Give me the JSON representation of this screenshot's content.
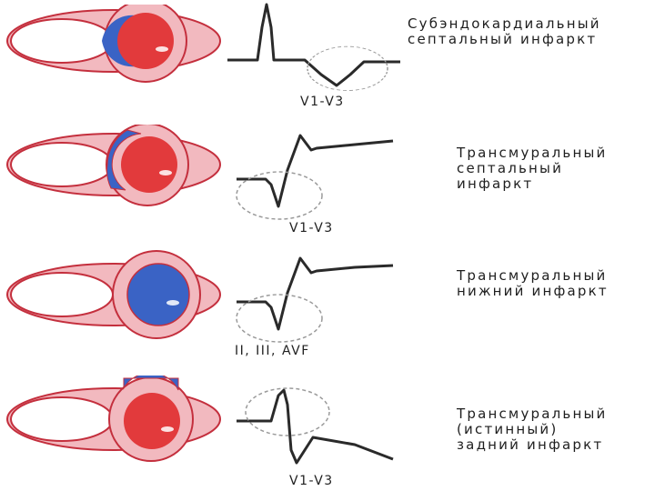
{
  "colors": {
    "pericardium": "#f2b9bf",
    "outline": "#c42f3d",
    "lv_muscle": "#e23a3c",
    "infarct": "#3a63c5",
    "ecg": "#2a2a2a",
    "lead_circle": "#9a9a9a"
  },
  "panels": [
    {
      "id": "subendocardial-septal",
      "lead": "V1-V3",
      "title_lines": [
        "Субэндокардиальный",
        "септальный инфаркт"
      ],
      "infarct": "subendocardial-septal"
    },
    {
      "id": "transmural-septal",
      "lead": "V1-V3",
      "title_lines": [
        "Трансмуральный",
        "септальный",
        "инфаркт"
      ],
      "infarct": "transmural-septal"
    },
    {
      "id": "transmural-inferior",
      "lead": "II, III, AVF",
      "title_lines": [
        "Трансмуральный",
        "нижний инфаркт"
      ],
      "infarct": "inferior"
    },
    {
      "id": "transmural-posterior",
      "lead": "V1-V3",
      "title_lines": [
        "Трансмуральный",
        "(истинный)",
        "задний инфаркт"
      ],
      "infarct": "posterior"
    }
  ]
}
